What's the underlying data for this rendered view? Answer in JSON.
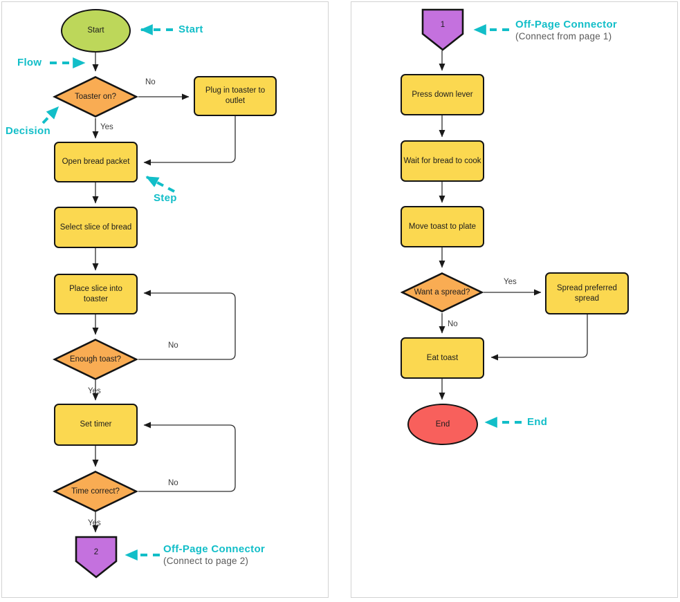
{
  "palette": {
    "start_fill": "#BDD75A",
    "process_fill": "#FBD850",
    "decision_fill": "#F9AC53",
    "offpage_fill": "#C471DE",
    "end_fill": "#F8605C",
    "annotation_teal": "#12BEC8",
    "shape_border": "#141414"
  },
  "page1": {
    "nodes": {
      "start": "Start",
      "toaster_on": "Toaster on?",
      "plug_in": "Plug in toaster to outlet",
      "open_bread": "Open bread packet",
      "select_slice": "Select slice of bread",
      "place_slice": "Place slice into toaster",
      "enough_toast": "Enough toast?",
      "set_timer": "Set timer",
      "time_correct": "Time correct?",
      "offpage_2": "2"
    },
    "edge_labels": {
      "toaster_no": "No",
      "toaster_yes": "Yes",
      "enough_no": "No",
      "enough_yes": "Yes",
      "time_no": "No",
      "time_yes": "Yes"
    }
  },
  "page2": {
    "nodes": {
      "offpage_1": "1",
      "press_lever": "Press down lever",
      "wait_bread": "Wait for bread to cook",
      "move_toast": "Move toast to plate",
      "want_spread": "Want a spread?",
      "spread_preferred": "Spread preferred spread",
      "eat_toast": "Eat toast",
      "end": "End"
    },
    "edge_labels": {
      "spread_yes": "Yes",
      "spread_no": "No"
    }
  },
  "annotations": {
    "start": "Start",
    "flow": "Flow",
    "decision": "Decision",
    "step": "Step",
    "offpage_to": {
      "title": "Off-Page Connector",
      "subtitle": "(Connect to page 2)"
    },
    "offpage_from": {
      "title": "Off-Page Connector",
      "subtitle": "(Connect from page 1)"
    },
    "end": "End"
  }
}
